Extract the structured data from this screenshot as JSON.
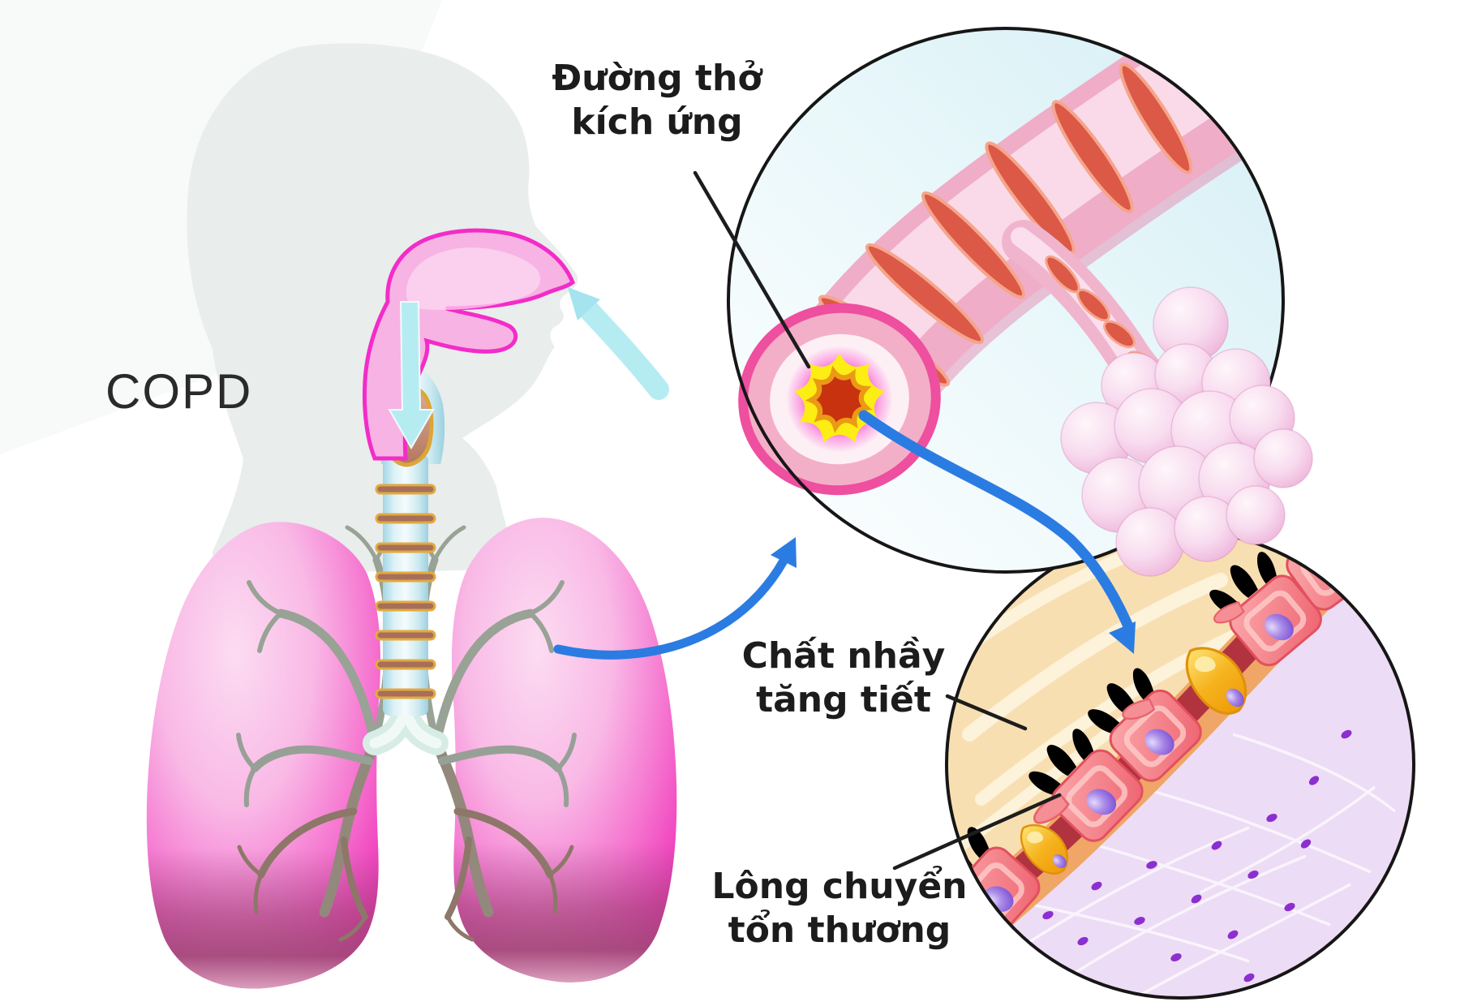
{
  "illustration": {
    "disease_label": "COPD",
    "annotations": {
      "irritated_airway": "Đường thở kích ứng",
      "mucus_hypersecretion": "Chất nhầy tăng tiết",
      "damaged_cilia": "Lông chuyển tổn thương"
    },
    "colors": {
      "label_text": "#1c1c1c",
      "pointer_blue": "#2b7ce2",
      "inhale_cyan": "#b5ecf2",
      "lung_pink": "#ef33b8",
      "airway_magenta": "#f32cc8",
      "inflammation_yellow": "#fcee13",
      "lumen_red": "#c8320f",
      "mucus_cream": "#f8dfb2",
      "submucosa_lavender": "#eddcf5",
      "outline_black": "#161616"
    }
  }
}
